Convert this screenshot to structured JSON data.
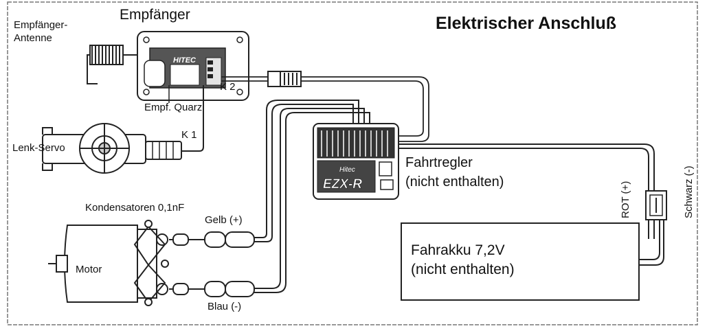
{
  "title": "Elektrischer Anschluß",
  "labels": {
    "receiver": "Empfänger",
    "receiver_antenna_line1": "Empfänger-",
    "receiver_antenna_line2": "Antenne",
    "channel_2": "K 2",
    "receiver_crystal": "Empf. Quarz",
    "channel_1": "K 1",
    "steering_servo": "Lenk-Servo",
    "esc_line1": "Fahrtregler",
    "esc_line2": "(nicht enthalten)",
    "capacitors": "Kondensatoren 0,1nF",
    "yellow_wire": "Gelb (+)",
    "motor": "Motor",
    "blue_wire": "Blau (-)",
    "battery_line1": "Fahrakku 7,2V",
    "battery_line2": "(nicht enthalten)",
    "red_wire": "ROT (+)",
    "black_wire": "Schwarz (-)"
  },
  "logos": {
    "receiver_brand": "HITEC",
    "esc_brand": "Hitec",
    "esc_model": "EZX-R"
  },
  "colors": {
    "line": "#222222",
    "frame": "#777777",
    "dark_unit": "#333333"
  }
}
